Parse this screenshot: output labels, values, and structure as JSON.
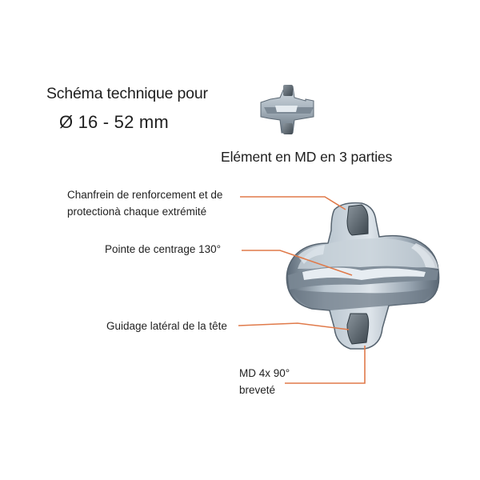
{
  "header": {
    "title": "Schéma technique pour",
    "diameter": "Ø 16 - 52 mm"
  },
  "element_caption": "Elément en MD en 3 parties",
  "callouts": [
    {
      "line1": "Chanfrein de renforcement et de",
      "line2": "protectionà chaque extrémité"
    },
    {
      "line1": "Pointe de centrage 130°"
    },
    {
      "line1": "Guidage latéral de la tête"
    },
    {
      "line1": "MD 4x 90°",
      "line2": "breveté"
    }
  ],
  "colors": {
    "leader": "#e07a4a",
    "steel_light": "#c9d3db",
    "steel_mid": "#8b99a6",
    "steel_dark": "#4d5b68",
    "carbide": "#5f6a73"
  }
}
